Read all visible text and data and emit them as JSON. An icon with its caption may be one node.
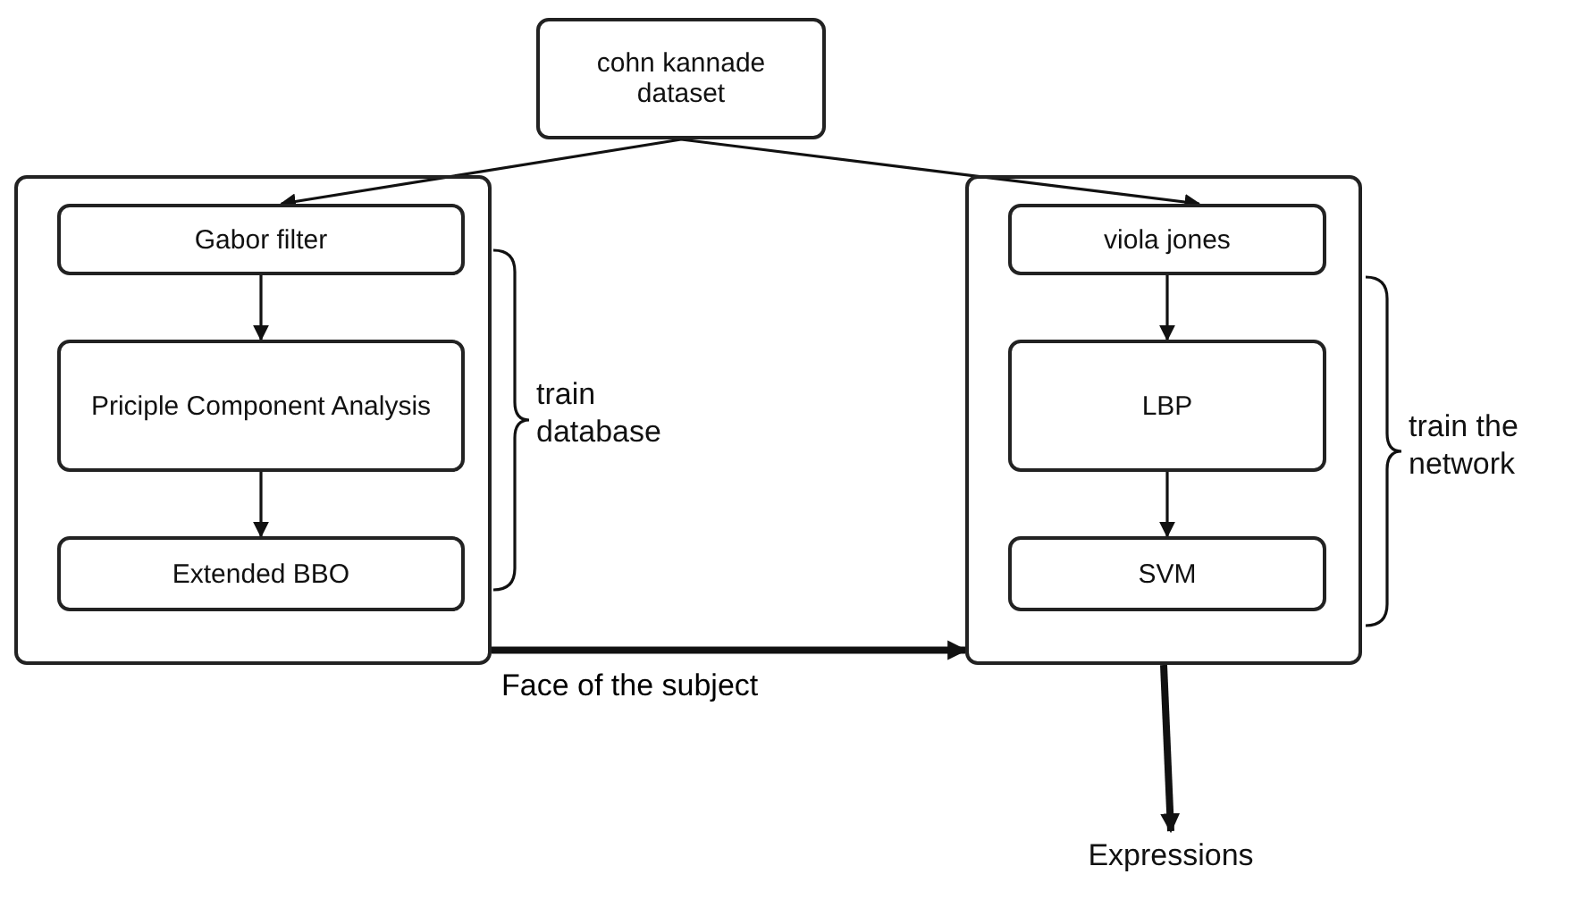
{
  "diagram": {
    "nodes": [
      {
        "text": [
          "cohn kannade dataset"
        ]
      },
      {
        "text": [],
        "shape": "box"
      },
      {
        "text": [
          "Gabor filter"
        ],
        "in": 1
      },
      {
        "text": [
          "Priciple Component Analysis"
        ],
        "in": 1
      },
      {
        "text": [
          "Extended BBO"
        ],
        "in": 1
      },
      {
        "text": [],
        "shape": "box"
      },
      {
        "text": [
          "viola jones"
        ],
        "in": 5
      },
      {
        "text": [
          "LBP"
        ],
        "in": 5
      },
      {
        "text": [
          "SVM"
        ],
        "in": 5
      },
      {
        "text": [
          "Expressions"
        ]
      }
    ],
    "edges": [
      {
        "from": 0,
        "to": 2,
        "arrow": "to"
      },
      {
        "from": 0,
        "to": 6,
        "arrow": "to"
      },
      {
        "from": 2,
        "to": 3,
        "arrow": "to"
      },
      {
        "from": 3,
        "to": 4,
        "arrow": "to"
      },
      {
        "from": 6,
        "to": 7,
        "arrow": "to"
      },
      {
        "from": 7,
        "to": 8,
        "arrow": "to"
      },
      {
        "from": 1,
        "to": 5,
        "arrow": "to",
        "label": "Face of the subject",
        "style": "thick"
      },
      {
        "from": 5,
        "to": 9,
        "arrow": "to",
        "style": "thick"
      }
    ],
    "labels": [
      "train database",
      "train the network"
    ]
  }
}
